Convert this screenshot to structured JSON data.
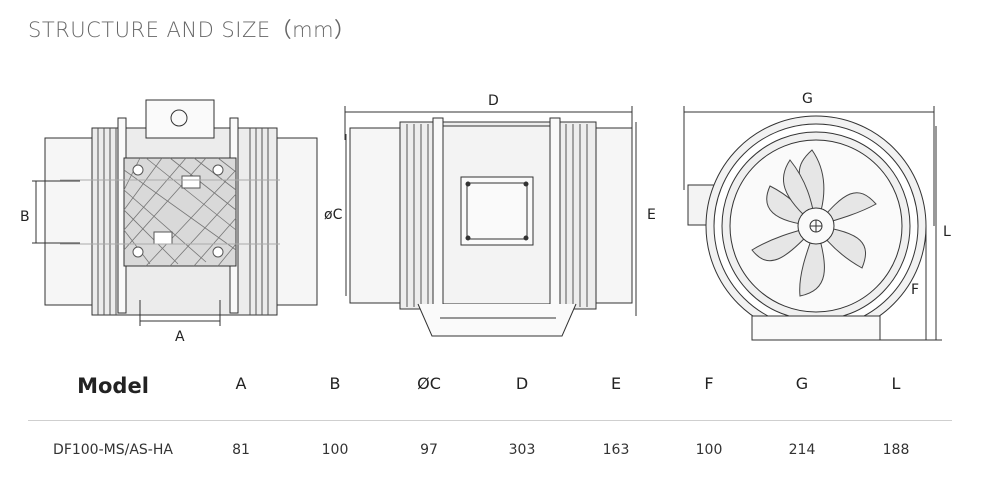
{
  "title": "STRUCTURE AND SIZE（mm）",
  "dimension_labels": {
    "A": "A",
    "B": "B",
    "C": "øC",
    "D": "D",
    "E": "E",
    "F": "F",
    "G": "G",
    "L": "L"
  },
  "table": {
    "headers": [
      "Model",
      "A",
      "B",
      "ØC",
      "D",
      "E",
      "F",
      "G",
      "L"
    ],
    "rows": [
      [
        "DF100-MS/AS-HA",
        "81",
        "100",
        "97",
        "303",
        "163",
        "100",
        "214",
        "188"
      ]
    ]
  }
}
